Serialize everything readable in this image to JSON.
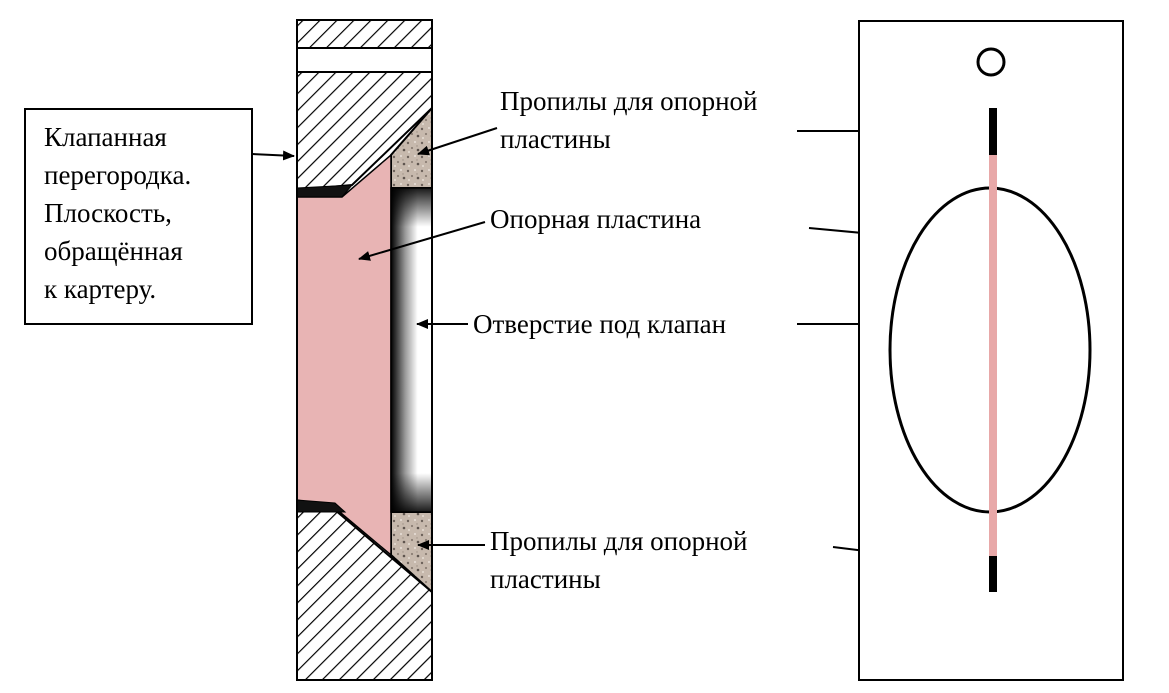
{
  "left_box": {
    "lines": [
      "Клапанная",
      "перегородка.",
      "Плоскость,",
      "обращённая",
      "к картеру."
    ]
  },
  "labels": {
    "slots_top": [
      "Пропилы для опорной",
      "пластины"
    ],
    "support_plate": "Опорная пластина",
    "valve_hole": "Отверстие под клапан",
    "slots_bottom": [
      "Пропилы для опорной",
      "пластины"
    ]
  },
  "colors": {
    "plate_pink": "#e8b4b4",
    "stroke": "#000000",
    "granite": "#c9bbb0"
  }
}
